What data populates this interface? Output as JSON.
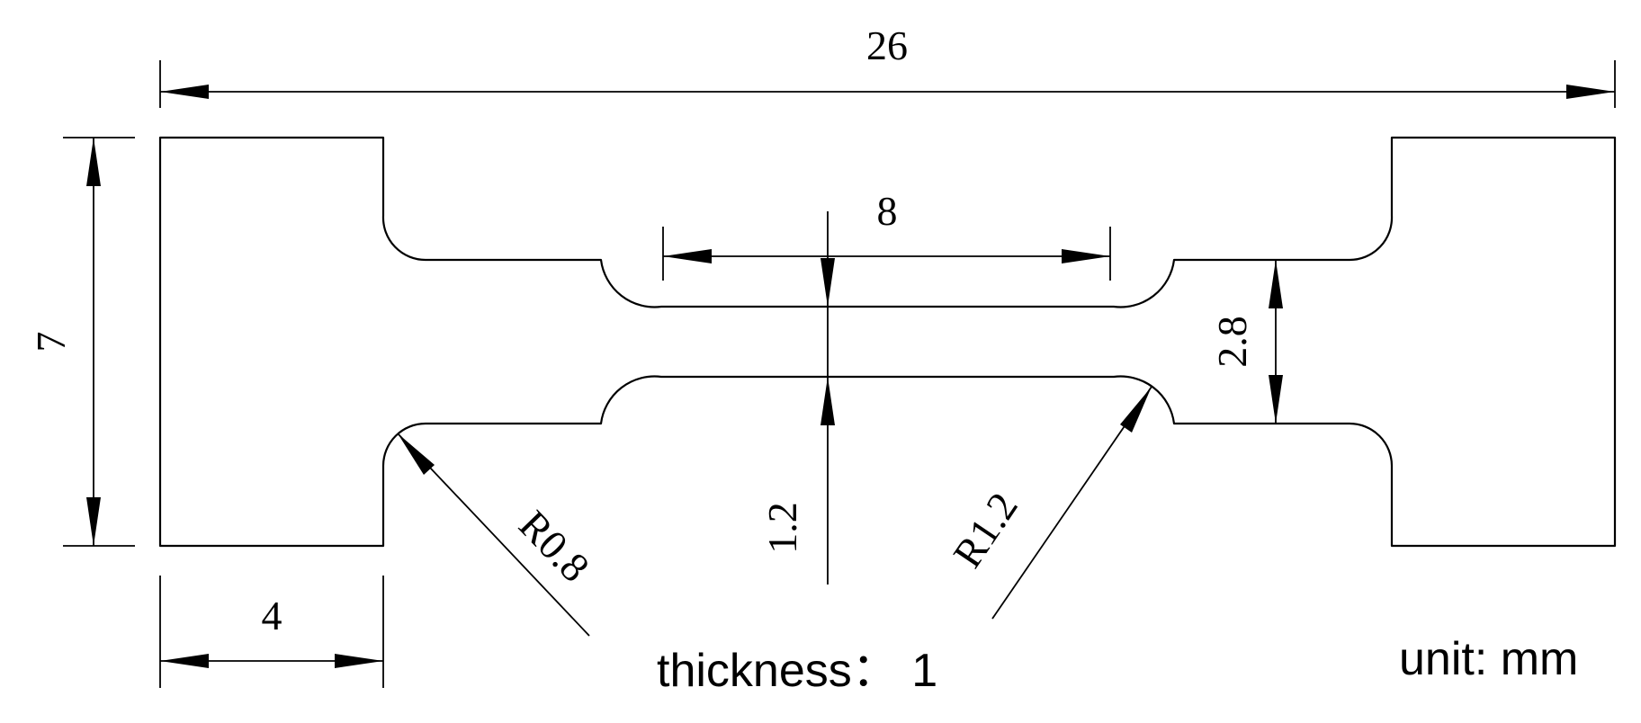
{
  "diagram": {
    "dimensions": {
      "overall_length": "26",
      "overall_width": "7",
      "grip_length": "4",
      "gauge_length": "8",
      "gauge_width": "1.2",
      "shoulder_width": "2.8",
      "fillet_small": "R0.8",
      "fillet_large": "R1.2"
    },
    "notes": {
      "thickness": "thickness： 1",
      "unit": "unit: mm"
    }
  }
}
